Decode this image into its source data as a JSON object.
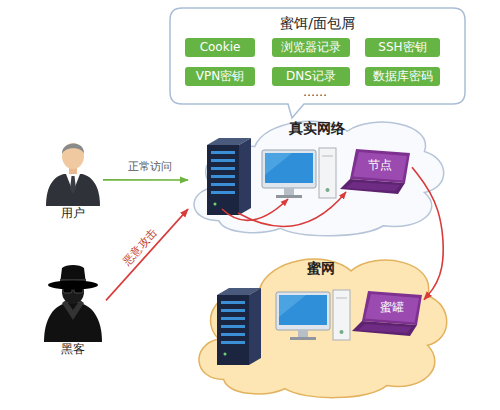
{
  "diagram": {
    "nodes": [
      {
        "text": [
          "蜜饵/面包屑"
        ]
      },
      {
        "text": [
          "Cookie"
        ],
        "in": 0
      },
      {
        "text": [
          "浏览器记录"
        ],
        "in": 0
      },
      {
        "text": [
          "SSH密钥"
        ],
        "in": 0
      },
      {
        "text": [
          "VPN密钥"
        ],
        "in": 0
      },
      {
        "text": [
          "DNS记录"
        ],
        "in": 0
      },
      {
        "text": [
          "数据库密码"
        ],
        "in": 0
      },
      {
        "text": [
          "用户"
        ]
      },
      {
        "text": [
          "真实网络"
        ]
      },
      {
        "text": [
          "节点"
        ],
        "in": 8
      },
      {
        "text": [
          "黑客"
        ]
      },
      {
        "text": [
          "蜜网"
        ]
      },
      {
        "text": [
          "蜜罐"
        ],
        "in": 11
      }
    ],
    "edges": [
      {
        "from": 7,
        "to": 8,
        "label": "正常访问",
        "arrow": "to"
      },
      {
        "from": 10,
        "to": 8,
        "label": "恶意攻击",
        "arrow": "to"
      },
      {
        "from": 9,
        "to": 12,
        "arrow": "to"
      }
    ],
    "labels": [
      "……"
    ]
  }
}
